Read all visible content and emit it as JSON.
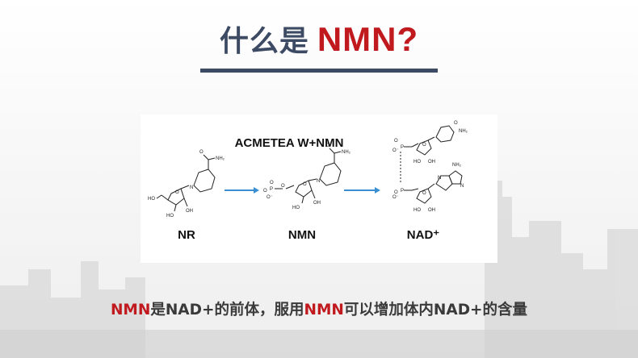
{
  "title": {
    "prefix": "什么是",
    "highlight": "NMN?"
  },
  "figure": {
    "heading": "ACMETEA W+NMN",
    "molecules": [
      {
        "name": "NR"
      },
      {
        "name": "NMN"
      },
      {
        "name": "NAD⁺"
      }
    ],
    "arrow_color": "#3b8fd0"
  },
  "caption": {
    "part1": "NMN",
    "part2": "是NAD+的前体，服用",
    "part3": "NMN",
    "part4": "可以增加体内NAD+的含量"
  },
  "colors": {
    "accent_red": "#c0191e",
    "title_navy": "#3d4a63"
  }
}
